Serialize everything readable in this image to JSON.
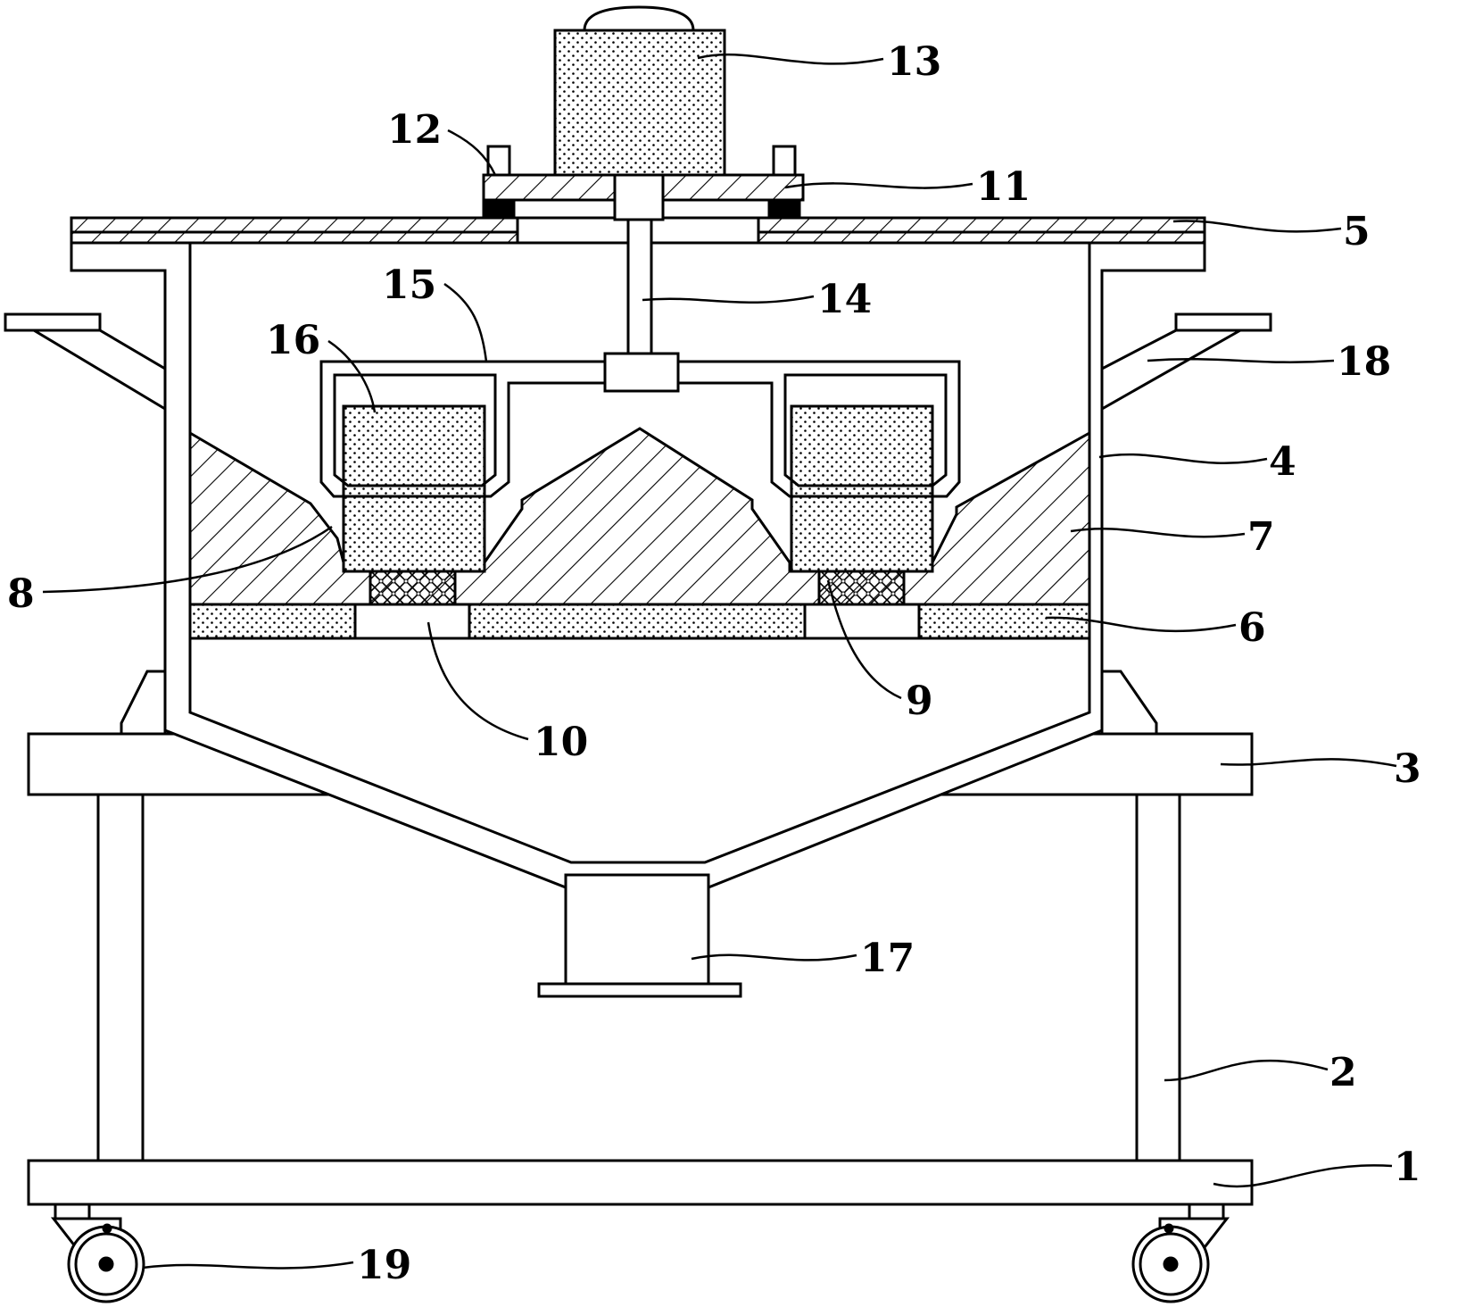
{
  "diagram": {
    "colors": {
      "line": "#000000",
      "background": "#ffffff"
    },
    "labels": [
      {
        "id": "1",
        "text": "1"
      },
      {
        "id": "2",
        "text": "2"
      },
      {
        "id": "3",
        "text": "3"
      },
      {
        "id": "4",
        "text": "4"
      },
      {
        "id": "5",
        "text": "5"
      },
      {
        "id": "6",
        "text": "6"
      },
      {
        "id": "7",
        "text": "7"
      },
      {
        "id": "8",
        "text": "8"
      },
      {
        "id": "9",
        "text": "9"
      },
      {
        "id": "10",
        "text": "10"
      },
      {
        "id": "11",
        "text": "11"
      },
      {
        "id": "12",
        "text": "12"
      },
      {
        "id": "13",
        "text": "13"
      },
      {
        "id": "14",
        "text": "14"
      },
      {
        "id": "15",
        "text": "15"
      },
      {
        "id": "16",
        "text": "16"
      },
      {
        "id": "17",
        "text": "17"
      },
      {
        "id": "18",
        "text": "18"
      },
      {
        "id": "19",
        "text": "19"
      }
    ]
  }
}
